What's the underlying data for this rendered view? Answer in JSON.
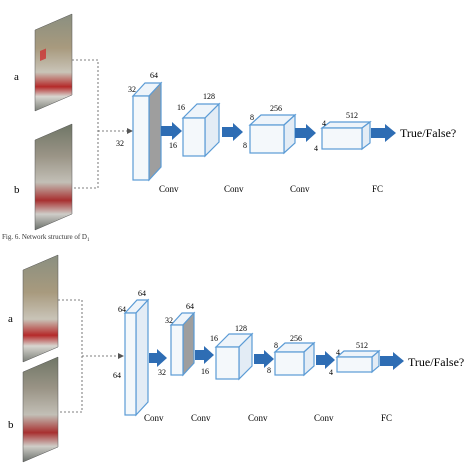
{
  "figure1": {
    "inputs": [
      {
        "label": "a"
      },
      {
        "label": "b"
      }
    ],
    "blocks": [
      {
        "top": "64",
        "left": "32",
        "bottom": "32"
      },
      {
        "top": "128",
        "left": "16",
        "bottom": "16"
      },
      {
        "top": "256",
        "left": "8",
        "bottom": "8"
      },
      {
        "top": "512",
        "left": "4",
        "bottom": "4"
      }
    ],
    "layer_labels": [
      "Conv",
      "Conv",
      "Conv",
      "FC"
    ],
    "output": "True/False?"
  },
  "caption": "Fig. 6. Network structure of D",
  "caption_sub": "1",
  "figure2": {
    "inputs": [
      {
        "label": "a"
      },
      {
        "label": "b"
      }
    ],
    "blocks": [
      {
        "top": "64",
        "left": "64",
        "bottom": "64"
      },
      {
        "top": "64",
        "left": "32",
        "bottom": "32"
      },
      {
        "top": "128",
        "left": "16",
        "bottom": "16"
      },
      {
        "top": "256",
        "left": "8",
        "bottom": "8"
      },
      {
        "top": "512",
        "left": "4",
        "bottom": "4"
      }
    ],
    "layer_labels": [
      "Conv",
      "Conv",
      "Conv",
      "Conv",
      "FC"
    ],
    "output": "True/False?"
  }
}
